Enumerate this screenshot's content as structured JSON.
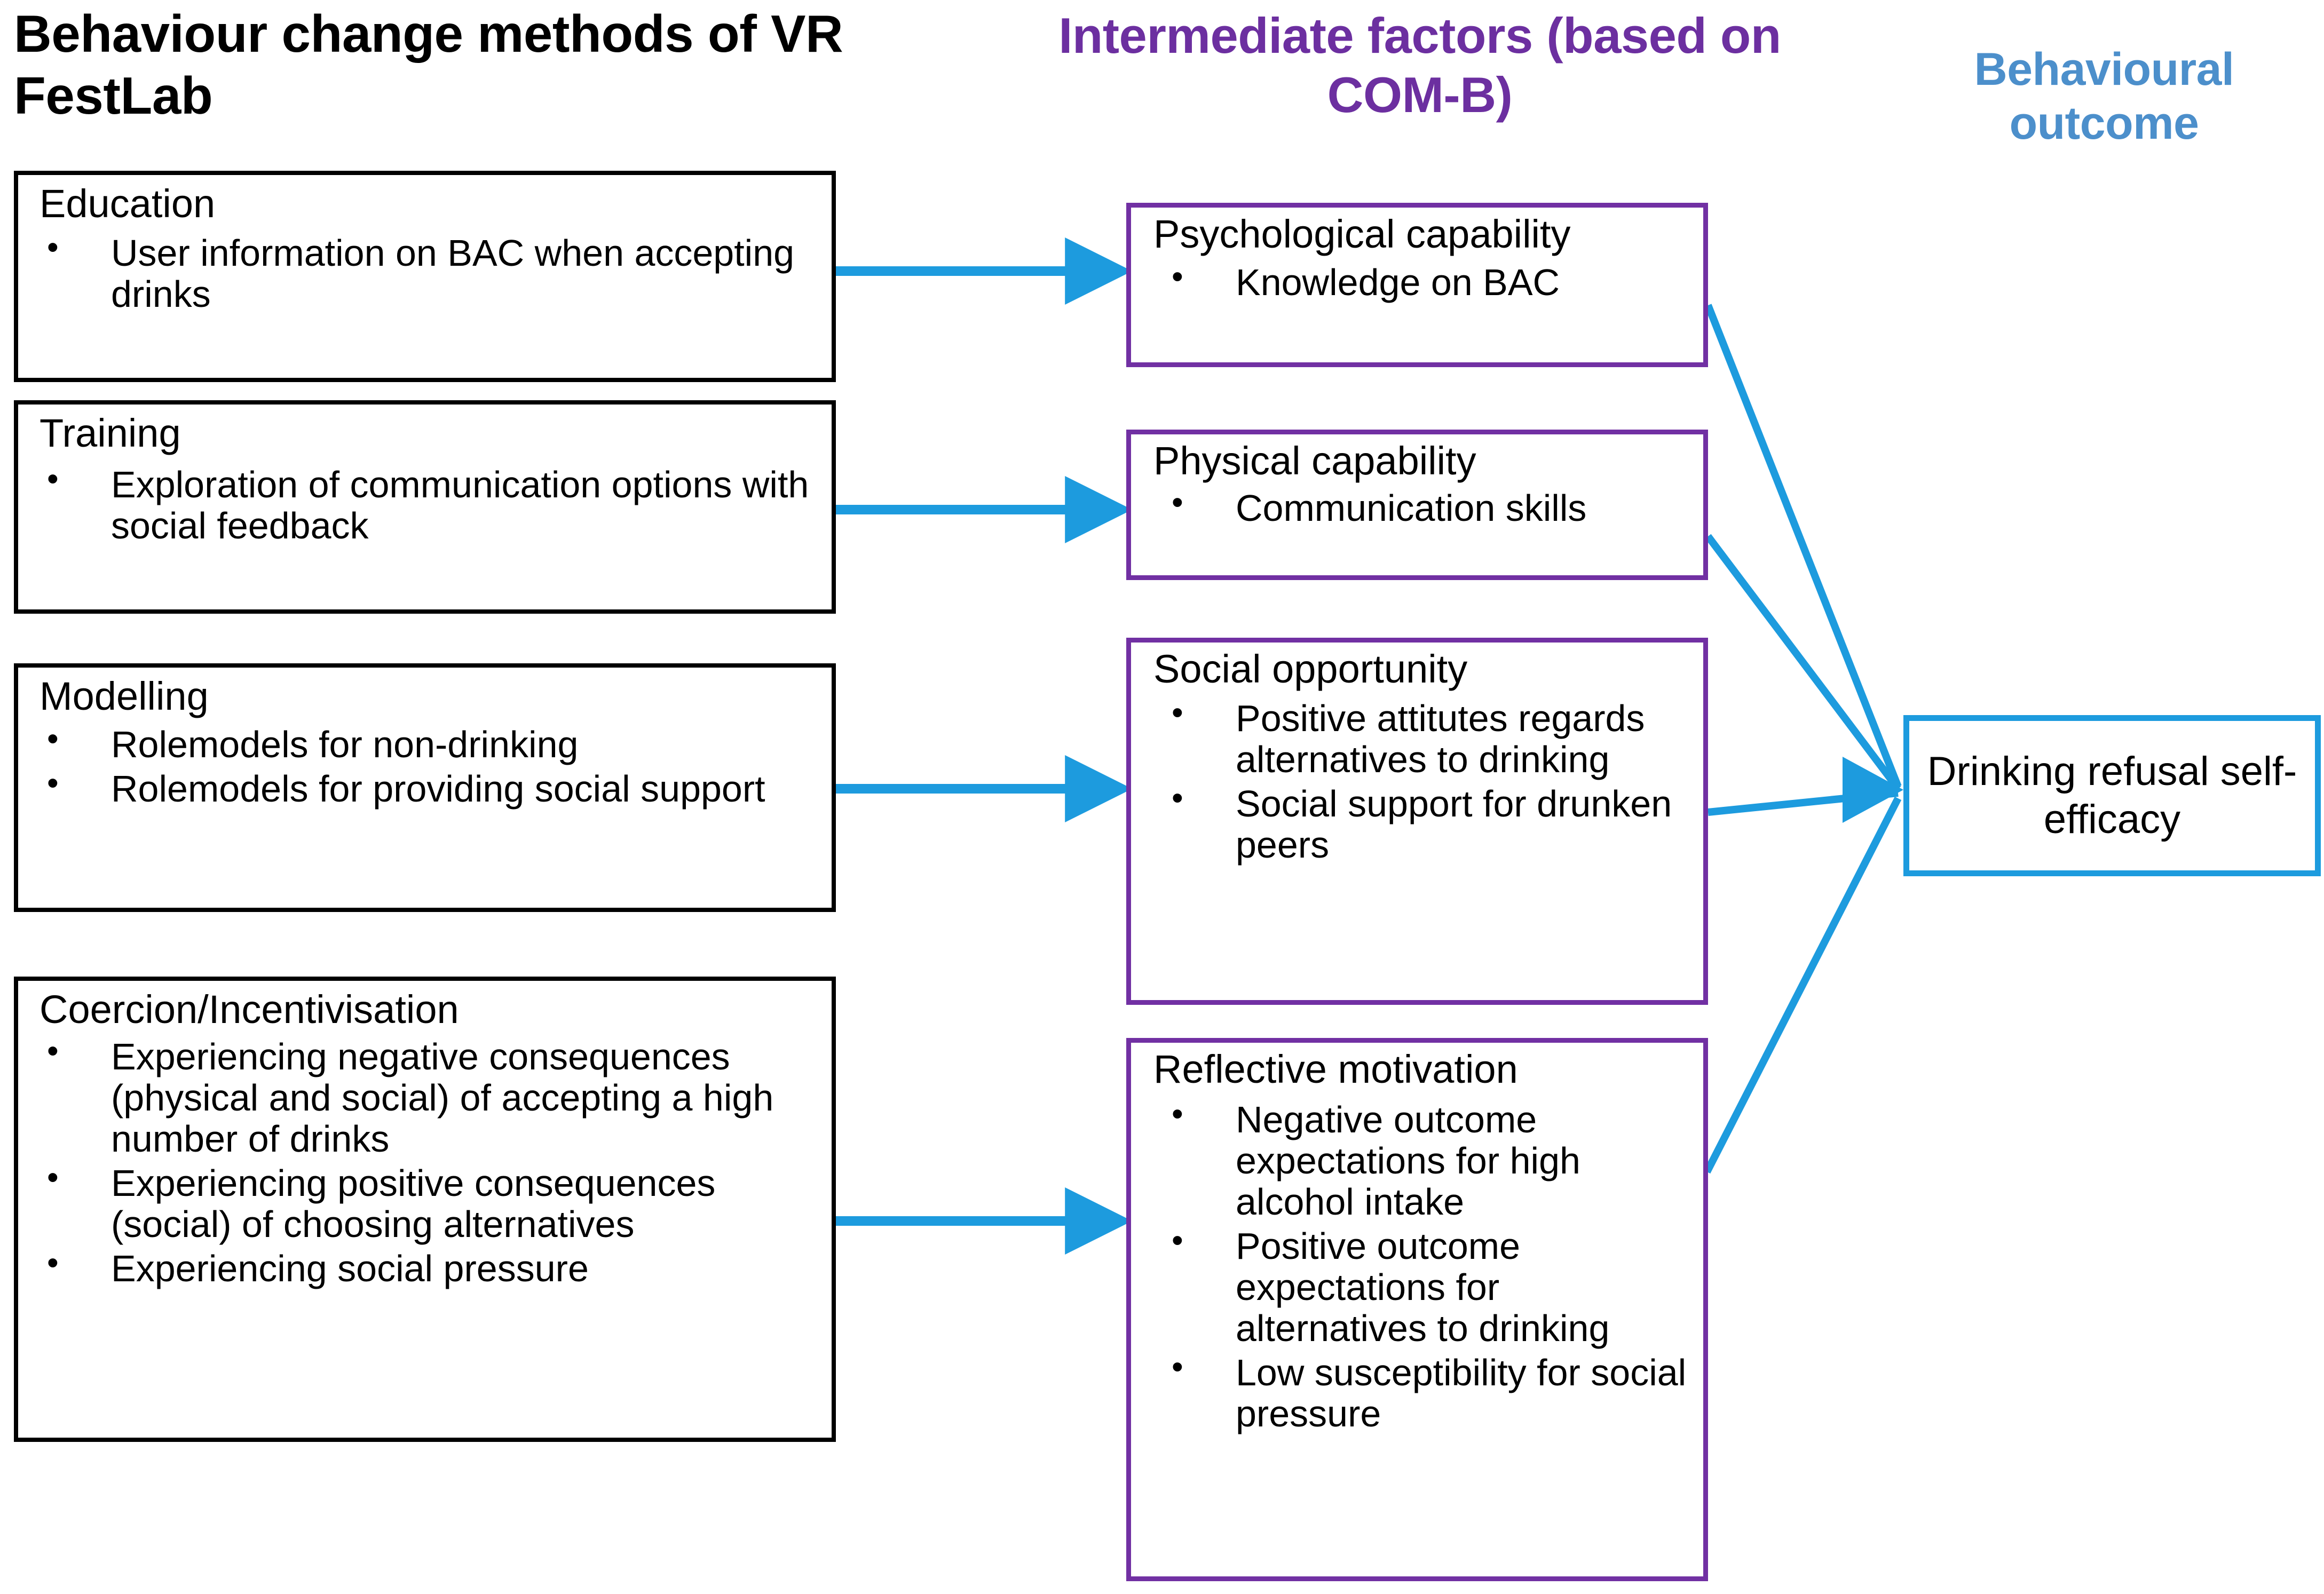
{
  "headings": {
    "methods": "Behaviour change methods of VR FestLab",
    "intermediate": "Intermediate factors (based on COM-B)",
    "outcome": "Behavioural outcome"
  },
  "colors": {
    "methods_heading": "#000000",
    "intermediate_heading": "#6C2FA0",
    "outcome_heading": "#4C8FCB",
    "method_box_border": "#000000",
    "factor_box_border": "#7130A3",
    "outcome_box_border": "#1D9BDE",
    "arrow": "#1D9BDE"
  },
  "methods": [
    {
      "title": "Education",
      "bullets": [
        "User information on BAC when accepting drinks"
      ]
    },
    {
      "title": "Training",
      "bullets": [
        "Exploration of communication options with social feedback"
      ]
    },
    {
      "title": "Modelling",
      "bullets": [
        "Rolemodels for non-drinking",
        "Rolemodels for providing social support"
      ]
    },
    {
      "title": "Coercion/Incentivisation",
      "bullets": [
        "Experiencing negative consequences (physical and social) of accepting a high number of drinks",
        "Experiencing positive consequences (social) of choosing alternatives",
        "Experiencing social pressure"
      ]
    }
  ],
  "factors": [
    {
      "title": "Psychological capability",
      "bullets": [
        "Knowledge on BAC"
      ]
    },
    {
      "title": "Physical capability",
      "bullets": [
        "Communication skills"
      ]
    },
    {
      "title": "Social opportunity",
      "bullets": [
        "Positive attitutes regards alternatives to drinking",
        "Social support for drunken peers"
      ]
    },
    {
      "title": "Reflective motivation",
      "bullets": [
        "Negative outcome expectations for high alcohol intake",
        "Positive outcome expectations for alternatives to drinking",
        "Low susceptibility for social pressure"
      ]
    }
  ],
  "outcome": {
    "label": "Drinking refusal self-efficacy"
  },
  "arrows": {
    "method_to_factor": [
      {
        "from": "Education",
        "to": "Psychological capability"
      },
      {
        "from": "Training",
        "to": "Physical capability"
      },
      {
        "from": "Modelling",
        "to": "Social opportunity"
      },
      {
        "from": "Coercion/Incentivisation",
        "to": "Reflective motivation"
      }
    ],
    "factor_to_outcome": [
      {
        "from": "Psychological capability",
        "to": "Drinking refusal self-efficacy"
      },
      {
        "from": "Physical capability",
        "to": "Drinking refusal self-efficacy"
      },
      {
        "from": "Social opportunity",
        "to": "Drinking refusal self-efficacy"
      },
      {
        "from": "Reflective motivation",
        "to": "Drinking refusal self-efficacy"
      }
    ]
  }
}
